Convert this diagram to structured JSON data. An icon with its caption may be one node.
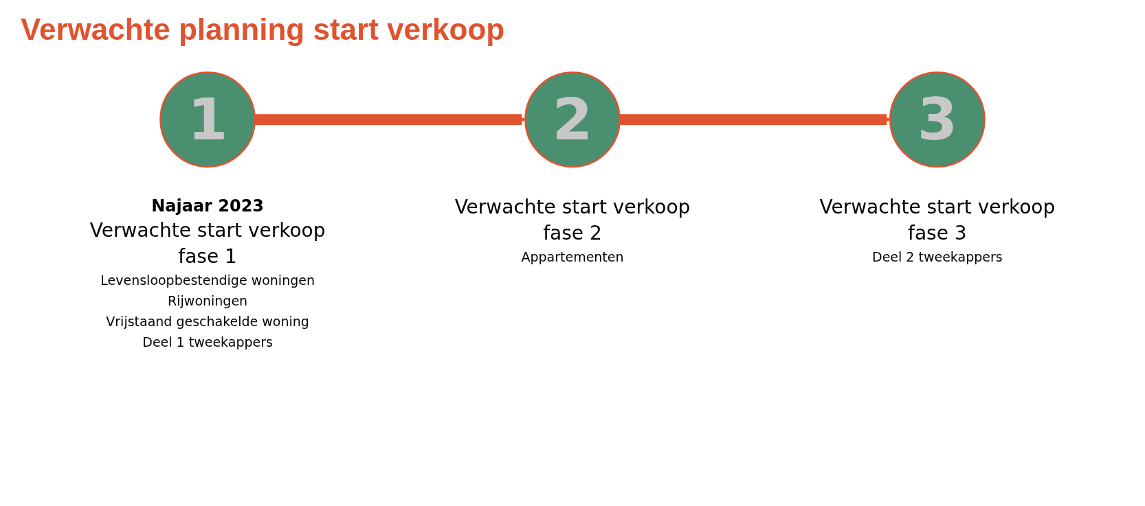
{
  "diagram": {
    "title": "Verwachte planning start verkoop",
    "nodes": [
      {
        "text": [
          "1"
        ],
        "beside": [
          "Najaar 2023",
          "Verwachte start verkoop fase 1",
          "Levensloopbestendige woningen",
          "Rijwoningen",
          "Vrijstaand geschakelde woning",
          "Deel 1 tweekappers"
        ]
      },
      {
        "text": [
          "2"
        ],
        "beside": [
          "Verwachte start verkoop fase 2",
          "Appartementen"
        ]
      },
      {
        "text": [
          "3"
        ],
        "beside": [
          "Verwachte start verkoop fase 3",
          "Deel 2 tweekappers"
        ]
      }
    ],
    "edges": [
      {
        "from": 0,
        "to": 1,
        "arrow": "to"
      },
      {
        "from": 1,
        "to": 2,
        "arrow": "to"
      }
    ]
  }
}
